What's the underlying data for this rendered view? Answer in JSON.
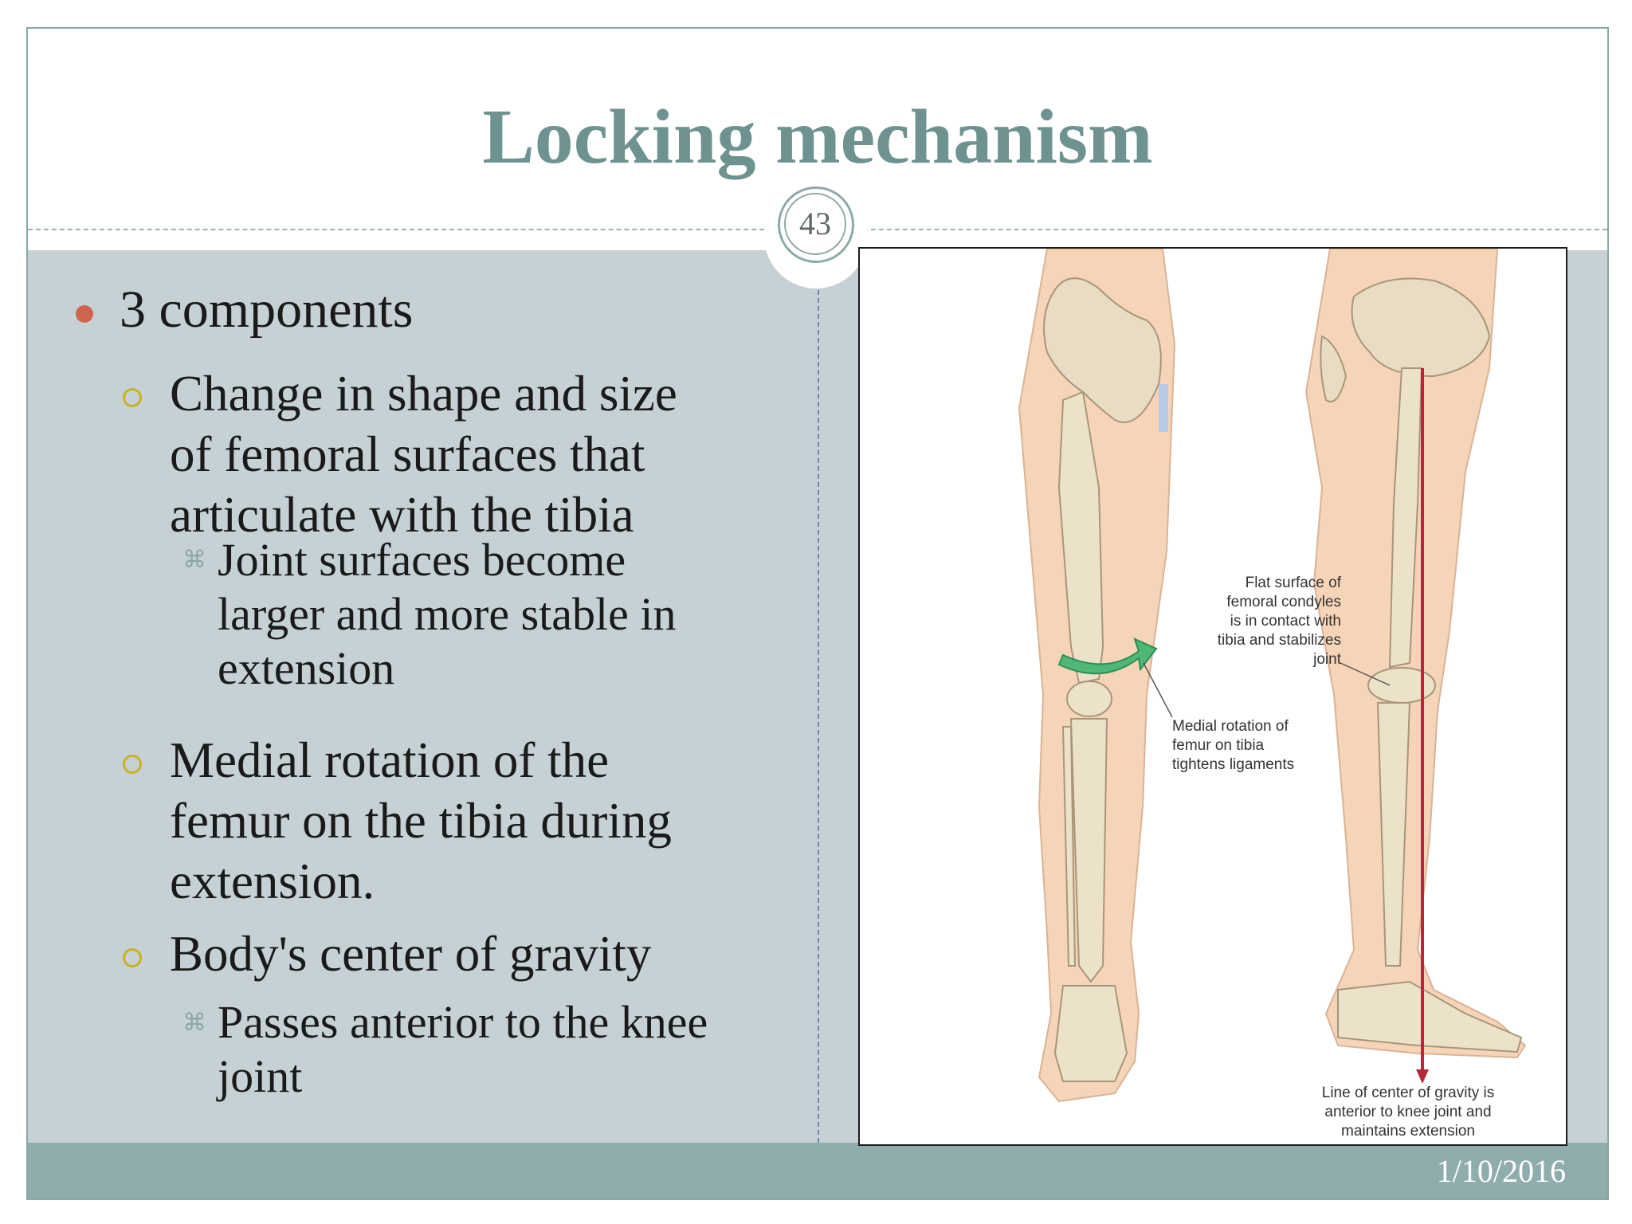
{
  "slide": {
    "title": "Locking mechanism",
    "number": "43",
    "date": "1/10/2016"
  },
  "bullets": {
    "main": "3 components",
    "sub1": [
      "Change in shape and size",
      "of femoral surfaces that",
      "articulate with the tibia"
    ],
    "sub1_detail": [
      "Joint surfaces become",
      "larger and more stable in",
      "extension"
    ],
    "sub2": [
      "Medial rotation of the",
      "femur on the tibia during",
      "extension."
    ],
    "sub3": [
      "Body's center of gravity"
    ],
    "sub3_detail": [
      "Passes anterior to the knee",
      "joint"
    ]
  },
  "figure": {
    "callout_flat": [
      "Flat surface of",
      "femoral condyles",
      "is in contact with",
      "tibia and stabilizes",
      "joint"
    ],
    "callout_rotation": [
      "Medial rotation of",
      "femur on tibia",
      "tightens ligaments"
    ],
    "callout_gravity": [
      "Line of center of gravity is",
      "anterior to knee  joint and",
      "maintains extension"
    ]
  },
  "colors": {
    "title": "#6e928f",
    "content_background": "#c6d1d5",
    "footer": "#90adae",
    "bullet_level1": "#d0654f",
    "bullet_level2": "#c9b024",
    "gravity_line": "#b5283a",
    "rotation_arrow": "#4fb878",
    "skin": "#f6d4b8",
    "bone": "#e8ddc2"
  },
  "icons": {
    "level1_bullet": "filled-circle-icon",
    "level2_bullet": "hollow-circle-icon",
    "level3_bullet": "fleuron-icon"
  }
}
